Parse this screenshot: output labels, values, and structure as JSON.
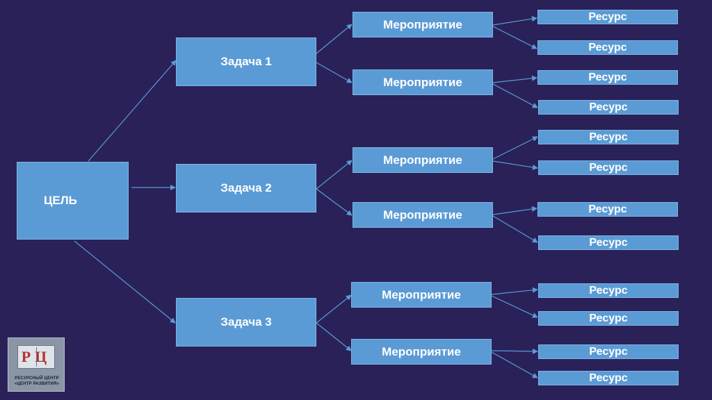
{
  "goal": {
    "label": "ЦЕЛЬ"
  },
  "tasks": [
    {
      "label": "Задача 1"
    },
    {
      "label": "Задача 2"
    },
    {
      "label": "Задача 3"
    }
  ],
  "events": [
    {
      "label": "Мероприятие"
    },
    {
      "label": "Мероприятие"
    },
    {
      "label": "Мероприятие"
    },
    {
      "label": "Мероприятие"
    },
    {
      "label": "Мероприятие"
    },
    {
      "label": "Мероприятие"
    }
  ],
  "resources": [
    {
      "label": "Ресурс"
    },
    {
      "label": "Ресурс"
    },
    {
      "label": "Ресурс"
    },
    {
      "label": "Ресурс"
    },
    {
      "label": "Ресурс"
    },
    {
      "label": "Ресурс"
    },
    {
      "label": "Ресурс"
    },
    {
      "label": "Ресурс"
    },
    {
      "label": "Ресурс"
    },
    {
      "label": "Ресурс"
    },
    {
      "label": "Ресурс"
    },
    {
      "label": "Ресурс"
    }
  ],
  "logo": {
    "mark": "РЦ",
    "line1": "РЕСУРСНЫЙ ЦЕНТР",
    "line2": "«ЦЕНТР РАЗВИТИЯ»"
  },
  "colors": {
    "background": "#2a2159",
    "box_fill": "#5b9bd5",
    "connector": "#5b9bd5",
    "text": "#ffffff"
  }
}
